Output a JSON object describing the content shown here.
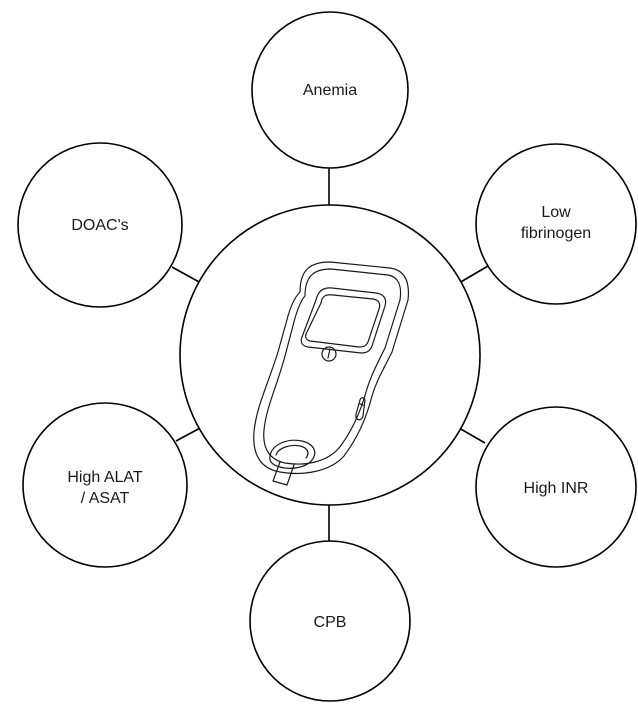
{
  "diagram": {
    "center": {
      "icon": "coagulation-meter-device-icon"
    },
    "nodes": {
      "top": {
        "line1": "Anemia"
      },
      "upper_left": {
        "line1": "DOAC's"
      },
      "upper_right": {
        "line1": "Low",
        "line2": "fibrinogen"
      },
      "lower_left": {
        "line1": "High ALAT",
        "line2": "/ ASAT"
      },
      "lower_right": {
        "line1": "High INR"
      },
      "bottom": {
        "line1": "CPB"
      }
    }
  },
  "colors": {
    "stroke": "#000000",
    "background": "#ffffff",
    "text": "#1a1a1a"
  }
}
